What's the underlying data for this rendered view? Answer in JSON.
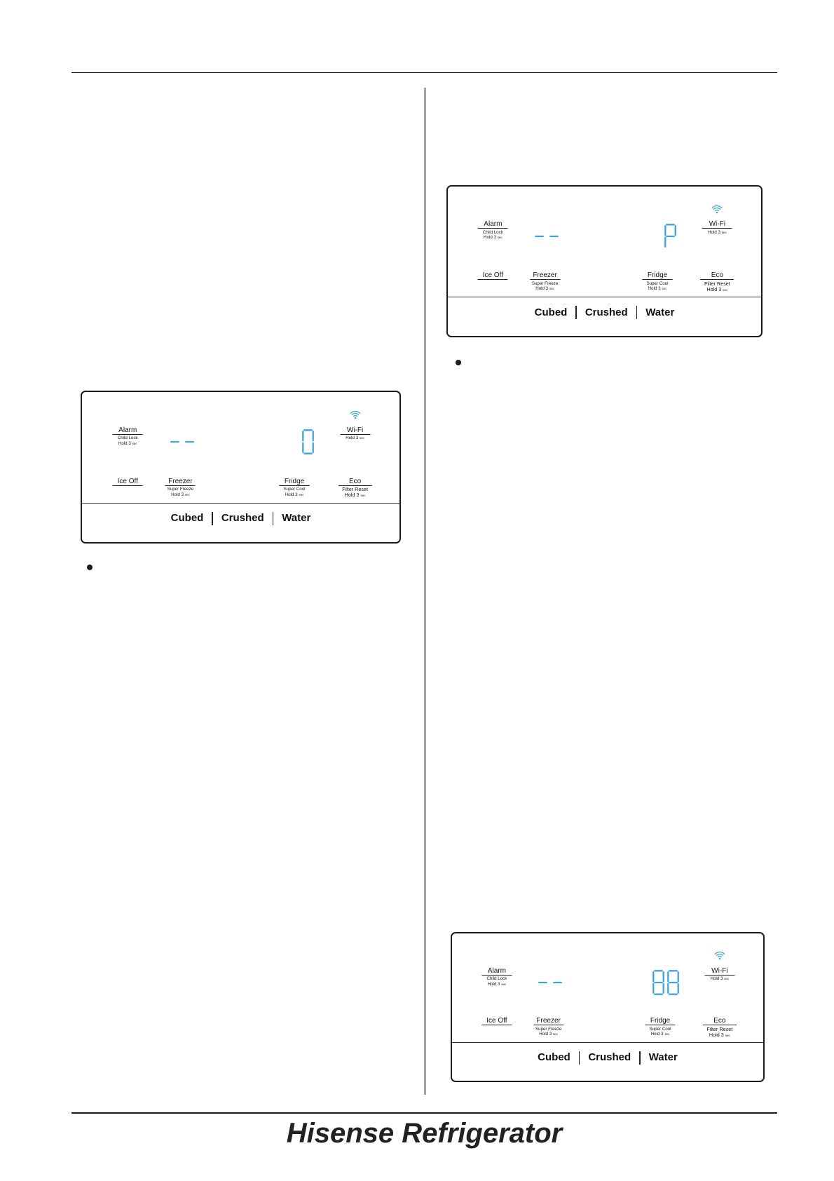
{
  "document": {
    "brand": "Hisense Refrigerator"
  },
  "colors": {
    "display": "#3ea4dc",
    "ink": "#1c1c1c",
    "rule": "#a3a3a3"
  },
  "icons": {
    "wifi": "wifi-icon",
    "bullet": "bullet-icon"
  },
  "panels": [
    {
      "freezer_display": "--",
      "fridge_display": "0",
      "alarm": {
        "label": "Alarm",
        "sub": "Child Lock",
        "hold": "Hold 3",
        "hold_unit": "sec"
      },
      "wifi": {
        "label": "Wi-Fi",
        "hold": "Hold 3",
        "hold_unit": "sec"
      },
      "ice_off": {
        "label": "Ice Off"
      },
      "freezer": {
        "label": "Freezer",
        "sub": "Super Freeze",
        "hold": "Hold 3",
        "hold_unit": "sec"
      },
      "fridge": {
        "label": "Fridge",
        "sub": "Super Cool",
        "hold": "Hold 3",
        "hold_unit": "sec"
      },
      "eco": {
        "label": "Eco",
        "sub": "Filter Reset",
        "hold": "Hold 3",
        "hold_unit": "sec"
      },
      "dispenser": [
        "Cubed",
        "Crushed",
        "Water"
      ]
    },
    {
      "freezer_display": "--",
      "fridge_display": "P",
      "alarm": {
        "label": "Alarm",
        "sub": "Child Lock",
        "hold": "Hold 3",
        "hold_unit": "sec"
      },
      "wifi": {
        "label": "Wi-Fi",
        "hold": "Hold 3",
        "hold_unit": "sec"
      },
      "ice_off": {
        "label": "Ice Off"
      },
      "freezer": {
        "label": "Freezer",
        "sub": "Super Freeze",
        "hold": "Hold 3",
        "hold_unit": "sec"
      },
      "fridge": {
        "label": "Fridge",
        "sub": "Super Cool",
        "hold": "Hold 3",
        "hold_unit": "sec"
      },
      "eco": {
        "label": "Eco",
        "sub": "Filter Reset",
        "hold": "Hold 3",
        "hold_unit": "sec"
      },
      "dispenser": [
        "Cubed",
        "Crushed",
        "Water"
      ]
    },
    {
      "freezer_display": "--",
      "fridge_display": "88",
      "alarm": {
        "label": "Alarm",
        "sub": "Child Lock",
        "hold": "Hold 3",
        "hold_unit": "sec"
      },
      "wifi": {
        "label": "Wi-Fi",
        "hold": "Hold 3",
        "hold_unit": "sec"
      },
      "ice_off": {
        "label": "Ice Off"
      },
      "freezer": {
        "label": "Freezer",
        "sub": "Super Freeze",
        "hold": "Hold 3",
        "hold_unit": "sec"
      },
      "fridge": {
        "label": "Fridge",
        "sub": "Super Cool",
        "hold": "Hold 3",
        "hold_unit": "sec"
      },
      "eco": {
        "label": "Eco",
        "sub": "Filter Reset",
        "hold": "Hold 3",
        "hold_unit": "sec"
      },
      "dispenser": [
        "Cubed",
        "Crushed",
        "Water"
      ]
    }
  ]
}
